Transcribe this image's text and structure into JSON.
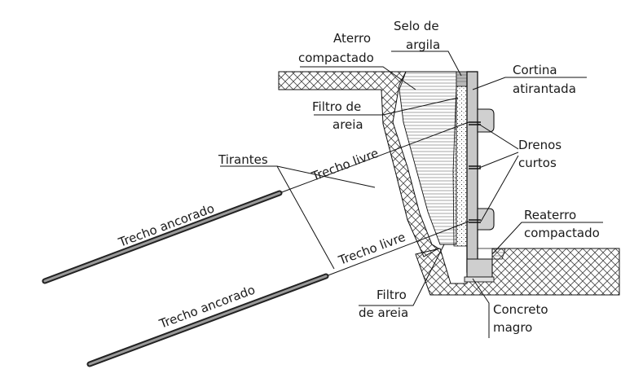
{
  "labels": {
    "aterro_1": "Aterro",
    "aterro_2": "compactado",
    "selo_1": "Selo de",
    "selo_2": "argila",
    "cortina_1": "Cortina",
    "cortina_2": "atirantada",
    "filtro_top_1": "Filtro de",
    "filtro_top_2": "areia",
    "drenos_1": "Drenos",
    "drenos_2": "curtos",
    "tirantes": "Tirantes",
    "trecho_livre_top": "Trecho livre",
    "trecho_livre_bottom": "Trecho livre",
    "trecho_ancorado_top": "Trecho ancorado",
    "trecho_ancorado_bottom": "Trecho ancorado",
    "reaterro_1": "Reaterro",
    "reaterro_2": "compactado",
    "filtro_bottom_1": "Filtro",
    "filtro_bottom_2": "de areia",
    "concreto_1": "Concreto",
    "concreto_2": "magro"
  },
  "colors": {
    "line": "#111111",
    "hatch": "#444444",
    "wall": "#c8c8c8",
    "anchor": "#8a8a8a"
  }
}
